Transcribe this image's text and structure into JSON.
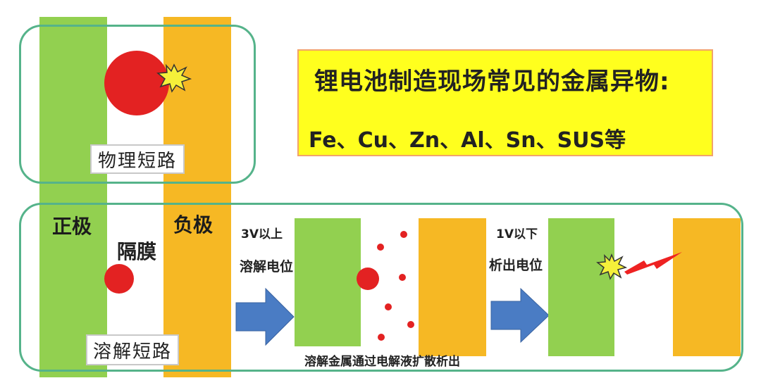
{
  "title_box": {
    "heading": "锂电池制造现场常见的金属异物:",
    "metals": "Fe、Cu、Zn、Al、Sn、SUS等"
  },
  "physical_short": {
    "label": "物理短路"
  },
  "dissolution_short": {
    "label": "溶解短路",
    "positive_label": "正极",
    "separator_label": "隔膜",
    "negative_label": "负极"
  },
  "step1": {
    "voltage": "3V以上",
    "description": "溶解电位"
  },
  "step2": {
    "voltage": "1V以下",
    "description": "析出电位"
  },
  "diffusion_caption": "溶解金属通过电解液扩散析出",
  "colors": {
    "positive": "#92d050",
    "negative": "#f6b824",
    "particle": "#e32222",
    "frame": "#55b38a",
    "arrow": "#4a7cc4",
    "title_bg": "#ffff1e",
    "title_border": "#f2a36b",
    "spark": "#f5f03a",
    "lightning": "#ee2222"
  },
  "icons": [
    "spark-icon",
    "lightning-icon",
    "right-arrow-icon"
  ]
}
